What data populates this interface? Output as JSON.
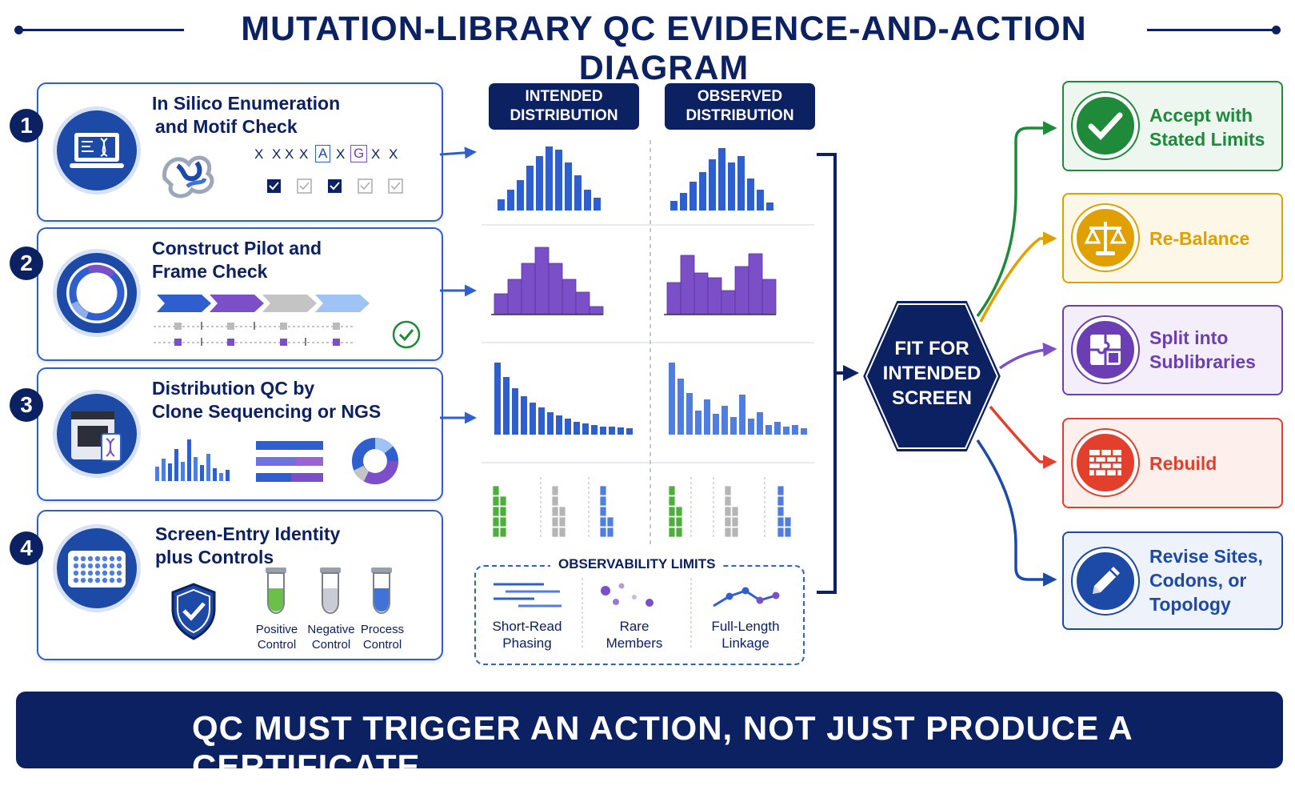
{
  "title": "MUTATION-LIBRARY QC EVIDENCE-AND-ACTION DIAGRAM",
  "steps": [
    {
      "number": "1",
      "title_line1": "In Silico Enumeration",
      "title_line2": "and Motif Check",
      "motif_tokens": [
        "X",
        "X",
        "X",
        "X",
        "A",
        "X",
        "G",
        "X",
        "X"
      ]
    },
    {
      "number": "2",
      "title_line1": "Construct Pilot and",
      "title_line2": "Frame Check"
    },
    {
      "number": "3",
      "title_line1": "Distribution QC by",
      "title_line2": "Clone Sequencing or NGS"
    },
    {
      "number": "4",
      "title_line1": "Screen-Entry Identity",
      "title_line2": "plus Controls",
      "controls": [
        {
          "line1": "Positive",
          "line2": "Control"
        },
        {
          "line1": "Negative",
          "line2": "Control"
        },
        {
          "line1": "Process",
          "line2": "Control"
        }
      ]
    }
  ],
  "distribution": {
    "intended_line1": "INTENDED",
    "intended_line2": "DISTRIBUTION",
    "observed_line1": "OBSERVED",
    "observed_line2": "DISTRIBUTION"
  },
  "observability": {
    "title": "OBSERVABILITY LIMITS",
    "items": [
      {
        "line1": "Short-Read",
        "line2": "Phasing"
      },
      {
        "line1": "Rare",
        "line2": "Members"
      },
      {
        "line1": "Full-Length",
        "line2": "Linkage"
      }
    ]
  },
  "decision": {
    "line1": "FIT FOR",
    "line2": "INTENDED",
    "line3": "SCREEN"
  },
  "actions": [
    {
      "line1": "Accept with",
      "line2": "Stated Limits",
      "color": "#1e8a3a",
      "bg": "#eef7ef",
      "icon": "check-icon"
    },
    {
      "line1": "Re-Balance",
      "color": "#e0a100",
      "bg": "#fdf7e8",
      "icon": "balance-scale-icon"
    },
    {
      "line1": "Split into",
      "line2": "Sublibraries",
      "color": "#6b3fb3",
      "bg": "#f3eef9",
      "icon": "puzzle-icon"
    },
    {
      "line1": "Rebuild",
      "color": "#e2402c",
      "bg": "#fcefec",
      "icon": "brick-wall-icon"
    },
    {
      "line1": "Revise Sites,",
      "line2": "Codons, or",
      "line3": "Topology",
      "color": "#1c4aa6",
      "bg": "#edf2fb",
      "icon": "pencil-icon"
    }
  ],
  "footer": "QC MUST TRIGGER AN ACTION, NOT JUST PRODUCE A CERTIFICATE",
  "colors": {
    "navy": "#0b2161",
    "blue": "#2f5fcf",
    "purple": "#7a4fc8",
    "green": "#4caf3c",
    "gray": "#b5b5b5"
  }
}
